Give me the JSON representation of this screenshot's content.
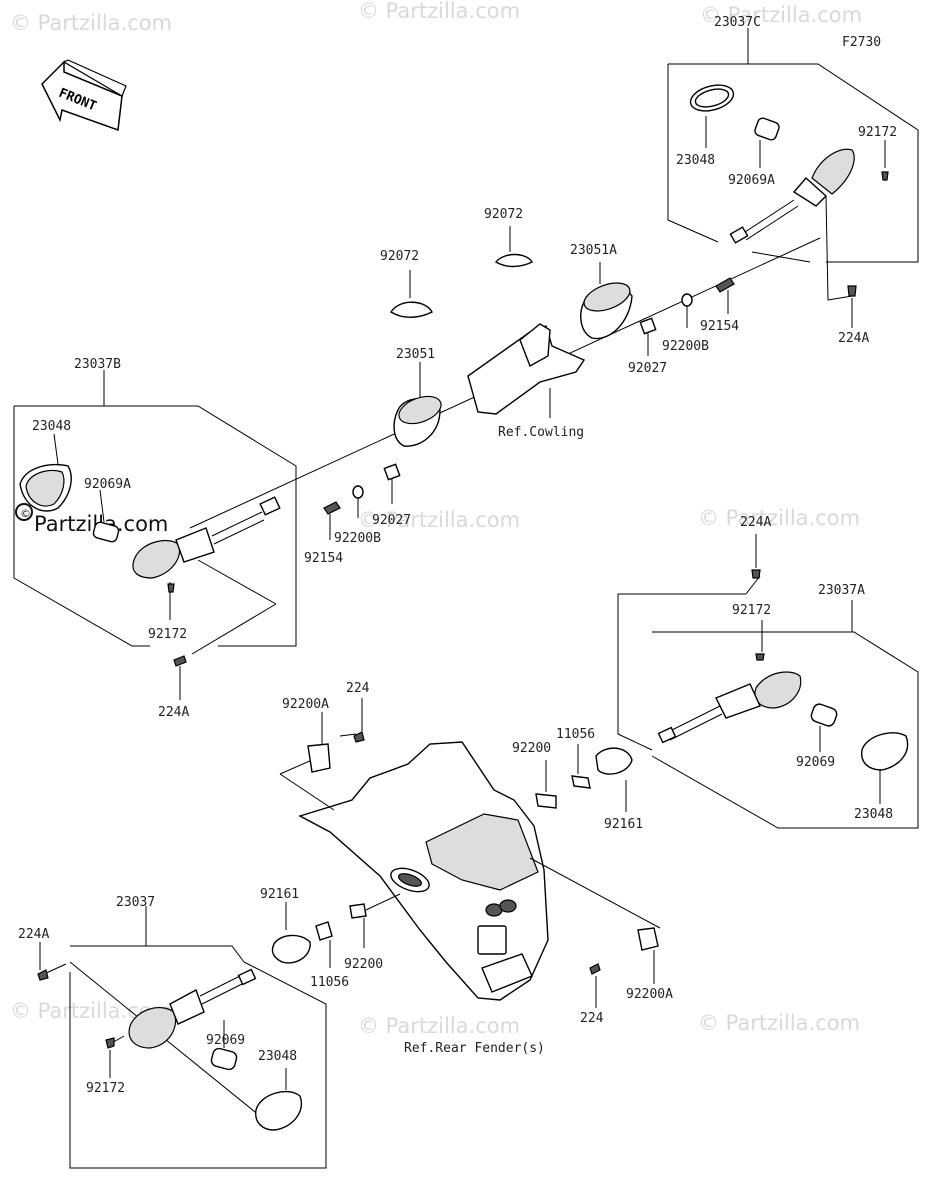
{
  "diagram_code": "F2730",
  "front_label": "FRONT",
  "watermark": "© Partzilla.com",
  "watermark_main": "Partzilla.com",
  "refs": {
    "cowling": "Ref.Cowling",
    "rear_fender": "Ref.Rear Fender(s)"
  },
  "labels": {
    "a23037C": "23037C",
    "a23048_c": "23048",
    "a92069A_c": "92069A",
    "a92172_c": "92172",
    "a224A_c": "224A",
    "a92072_l": "92072",
    "a92072_r": "92072",
    "a23051A": "23051A",
    "a92154_r": "92154",
    "a92200B_r": "92200B",
    "a92027_r": "92027",
    "a23051": "23051",
    "a23037B": "23037B",
    "a23048_b": "23048",
    "a92069A_b": "92069A",
    "a92027_l": "92027",
    "a92200B_l": "92200B",
    "a92154_l": "92154",
    "a92172_b": "92172",
    "a224A_b": "224A",
    "a224A_a": "224A",
    "a23037A": "23037A",
    "a92172_a": "92172",
    "a92069_a": "92069",
    "a23048_a": "23048",
    "a92200A_top": "92200A",
    "a224_top": "224",
    "a11056_r": "11056",
    "a92200_r": "92200",
    "a92161_r": "92161",
    "a23037": "23037",
    "a224A_d": "224A",
    "a92161_l": "92161",
    "a11056_l": "11056",
    "a92200_l": "92200",
    "a92069_d": "92069",
    "a23048_d": "23048",
    "a92172_d": "92172",
    "a224_bot": "224",
    "a92200A_bot": "92200A"
  }
}
